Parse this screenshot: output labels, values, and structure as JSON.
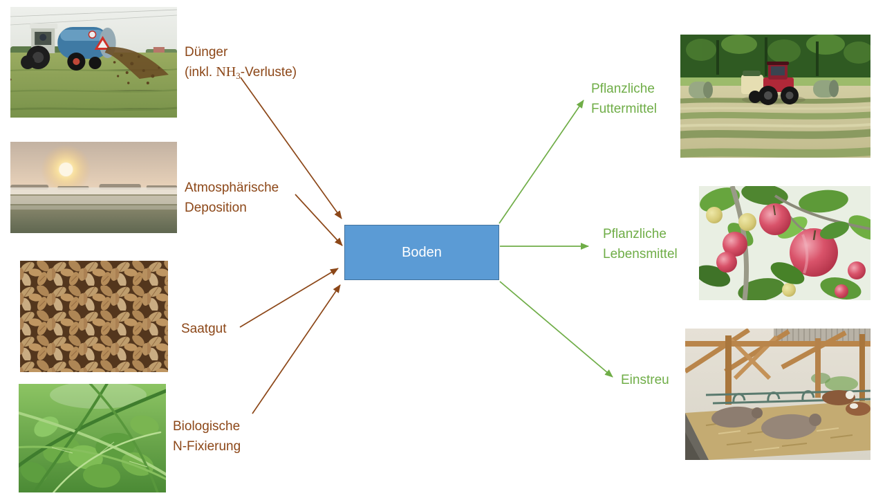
{
  "colors": {
    "brown": "#8C4718",
    "green": "#6FAD47",
    "box_fill": "#5B9BD5",
    "box_border": "#41719C",
    "box_text": "#FFFFFF",
    "background": "#FFFFFF"
  },
  "center_box": {
    "label": "Boden"
  },
  "inputs": {
    "duenger": {
      "line1": "Dünger",
      "line2_prefix": "(inkl. ",
      "formula": "NH",
      "formula_subscript": "3",
      "line2_suffix": "-Verluste)"
    },
    "atmosphaerische_deposition": {
      "line1": "Atmosphärische",
      "line2": "Deposition"
    },
    "saatgut": {
      "label": "Saatgut"
    },
    "biologische_n_fixierung": {
      "line1": "Biologische",
      "line2": "N-Fixierung"
    }
  },
  "outputs": {
    "pflanzliche_futtermittel": {
      "line1": "Pflanzliche",
      "line2": "Futtermittel"
    },
    "pflanzliche_lebensmittel": {
      "line1": "Pflanzliche",
      "line2": "Lebensmittel"
    },
    "einstreu": {
      "label": "Einstreu"
    }
  },
  "photos": {
    "fertilizer_spreading": "slurry-tanker-spreading-photo",
    "sunrise_fog": "foggy-sunrise-field-photo",
    "grain": "wheat-grain-kernels-photo",
    "clover": "clover-grass-photo",
    "hay_baling": "hay-baling-tractor-photo",
    "apples": "apples-on-tree-photo",
    "cow_barn": "cows-on-straw-barn-photo"
  }
}
